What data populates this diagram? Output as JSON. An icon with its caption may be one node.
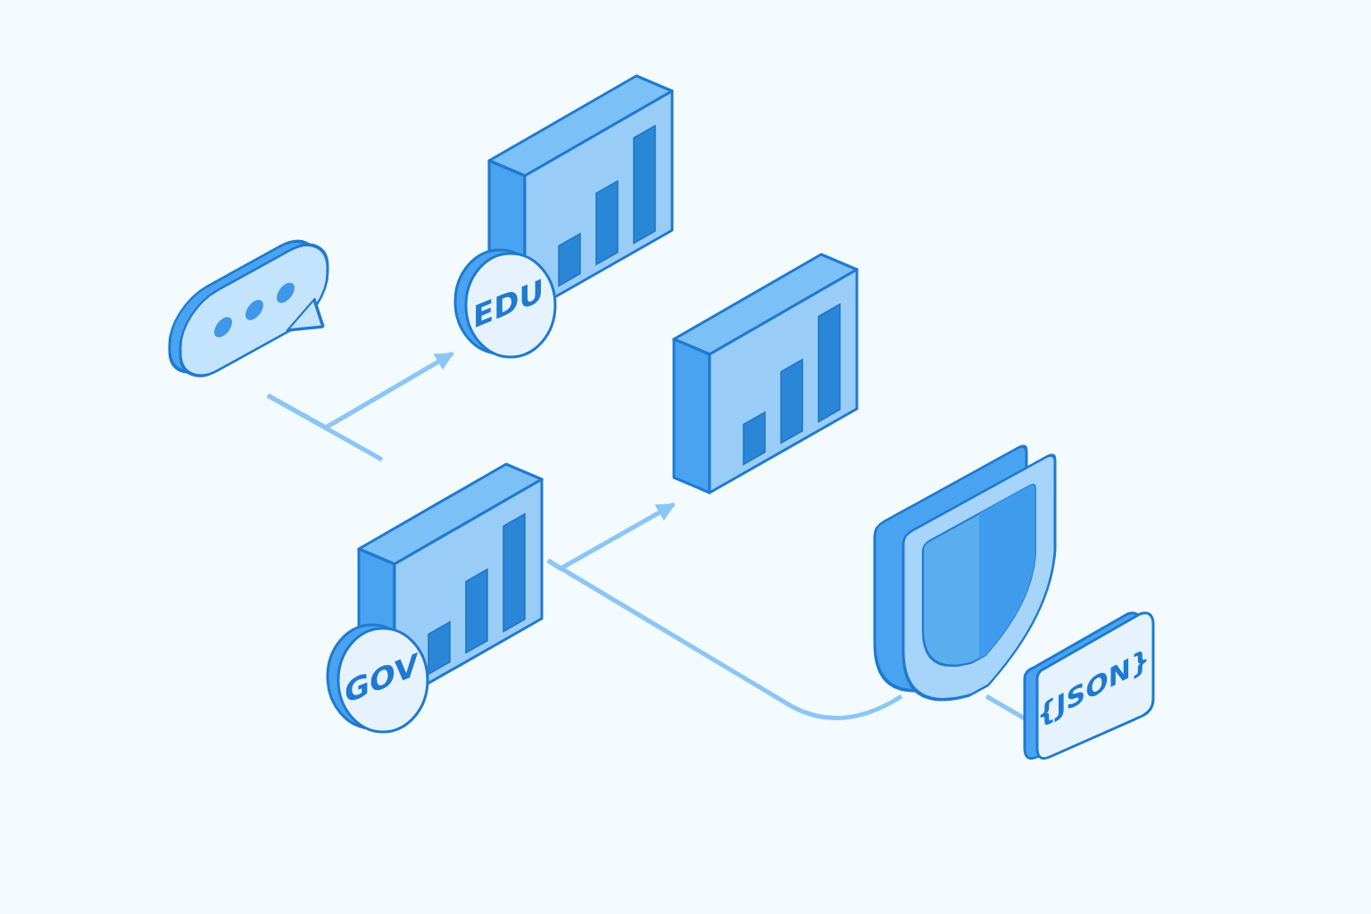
{
  "diagram": {
    "nodes": [
      {
        "text": [],
        "shape": "picture"
      },
      {
        "text": [],
        "shape": "picture"
      },
      {
        "text": [
          "EDU"
        ]
      },
      {
        "text": [],
        "shape": "picture"
      },
      {
        "text": [],
        "shape": "picture"
      },
      {
        "text": [],
        "shape": "picture"
      },
      {
        "text": [
          "GOV"
        ]
      },
      {
        "text": [
          "{JSON}"
        ]
      }
    ],
    "edges": [
      {
        "from": 1,
        "to": 4,
        "arrow": "none"
      },
      {
        "from": 1,
        "to": 2,
        "arrow": "to"
      },
      {
        "from": 4,
        "to": 3,
        "arrow": "to"
      },
      {
        "from": 4,
        "to": 5,
        "arrow": "none"
      },
      {
        "from": 5,
        "to": 7,
        "arrow": "none"
      }
    ]
  }
}
